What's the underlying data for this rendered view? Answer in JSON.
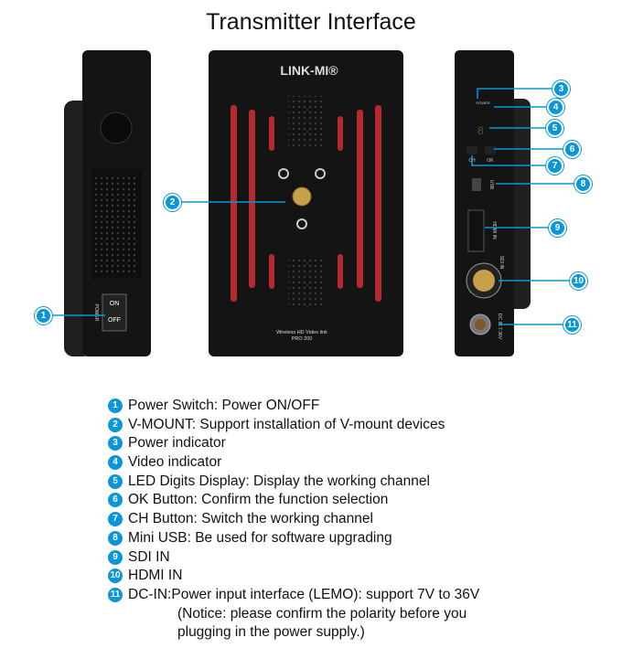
{
  "title": "Transmitter Interface",
  "device": {
    "brand": "LINK-MI®",
    "model_line1": "Wireless HD Video link",
    "model_line2": "PRO 200",
    "switch_on": "ON",
    "switch_off": "OFF",
    "switch_label": "POWER",
    "power_label": "POWER",
    "ch_label": "CH",
    "ok_label": "OK",
    "usb_label": "USB",
    "hdmi_label": "HDMI IN",
    "sdi_label": "SDI IN",
    "dc_label": "DC IN 7-36V"
  },
  "callouts": [
    "1",
    "2",
    "3",
    "4",
    "5",
    "6",
    "7",
    "8",
    "9",
    "10",
    "11"
  ],
  "items": [
    {
      "num": "1",
      "text": "Power Switch: Power ON/OFF"
    },
    {
      "num": "2",
      "text": "V-MOUNT: Support installation of V-mount devices"
    },
    {
      "num": "3",
      "text": "Power indicator"
    },
    {
      "num": "4",
      "text": "Video indicator"
    },
    {
      "num": "5",
      "text": "LED Digits Display: Display the working channel"
    },
    {
      "num": "6",
      "text": "OK Button: Confirm the function selection"
    },
    {
      "num": "7",
      "text": "CH Button: Switch the working channel"
    },
    {
      "num": "8",
      "text": "Mini USB: Be used for software upgrading"
    },
    {
      "num": "9",
      "text": "SDI IN"
    },
    {
      "num": "10",
      "text": "HDMI IN"
    },
    {
      "num": "11",
      "text": "DC-IN:Power input interface (LEMO): support 7V to 36V"
    }
  ],
  "notice_line1": "(Notice: please confirm the polarity before you",
  "notice_line2": "plugging in the power supply.)",
  "colors": {
    "accent": "#0a96d8",
    "red_stripe": "#b52a2f",
    "body": "#151515"
  }
}
